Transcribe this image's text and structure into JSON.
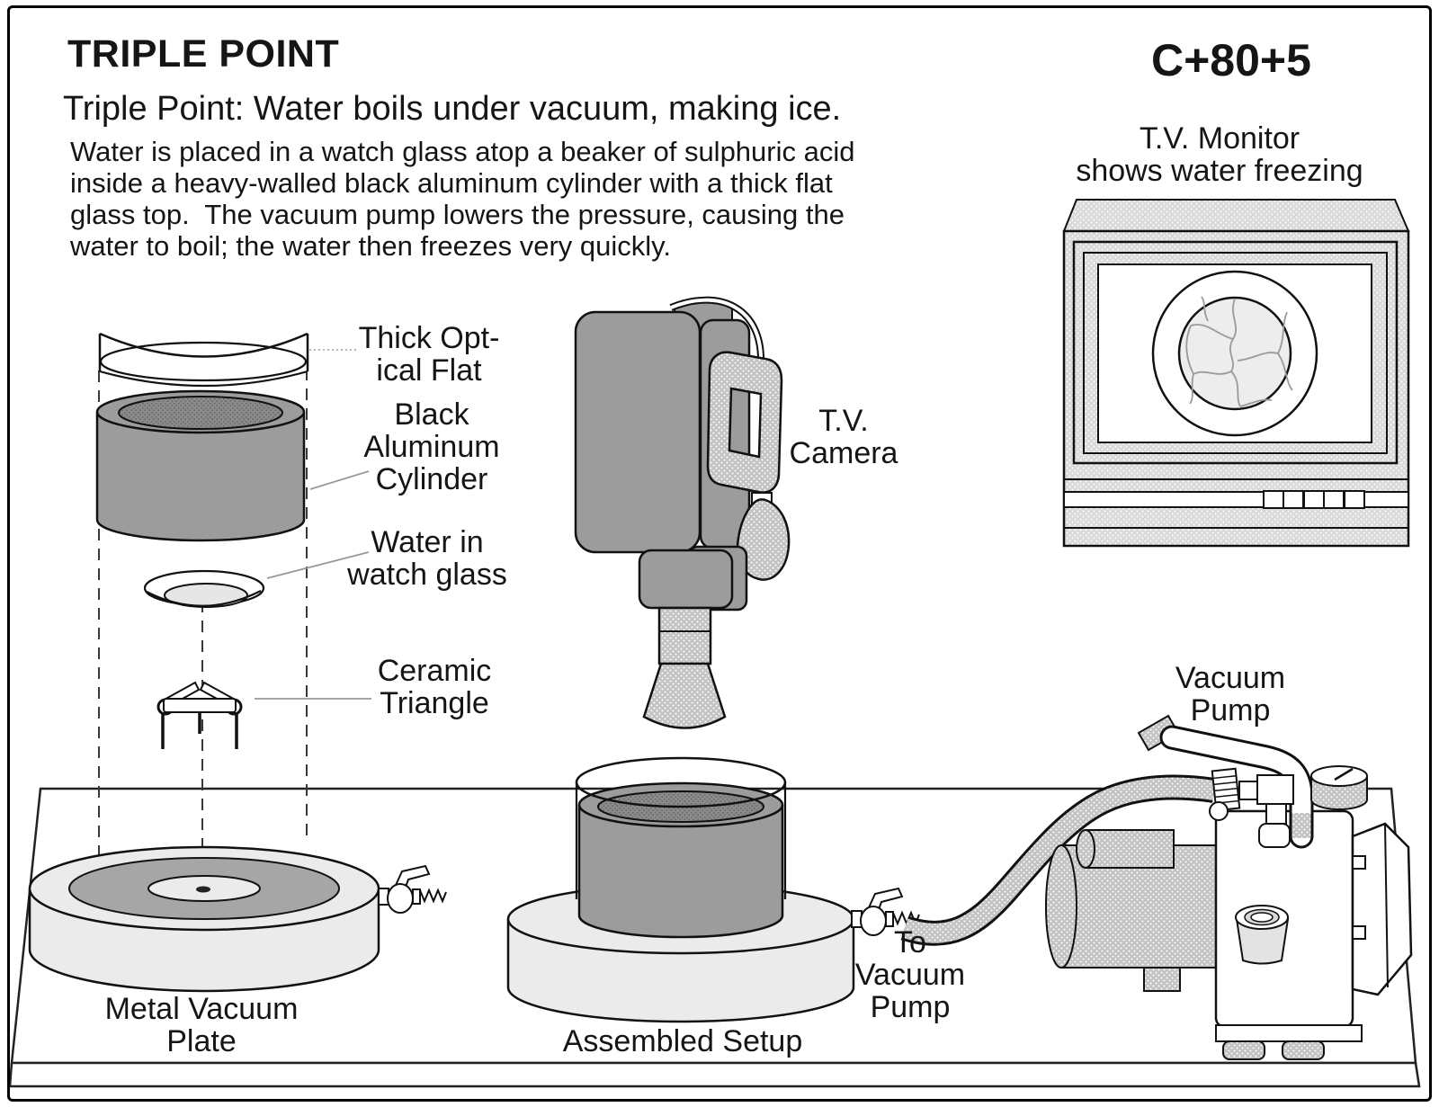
{
  "header": {
    "title": "TRIPLE POINT",
    "code": "C+80+5",
    "subtitle": "Triple Point: Water boils under vacuum, making ice.",
    "description_lines": [
      "Water is placed in a watch glass atop a beaker of sulphuric acid",
      "inside a heavy-walled black aluminum cylinder with a thick flat",
      "glass top.  The vacuum pump lowers the pressure, causing the",
      "water to boil; the water then freezes very quickly."
    ]
  },
  "labels": {
    "monitor": [
      "T.V. Monitor",
      "shows water freezing"
    ],
    "optical_flat": [
      "Thick Opt-",
      "ical Flat"
    ],
    "black_cylinder": [
      "Black",
      "Aluminum",
      "Cylinder"
    ],
    "watch_glass": [
      "Water in",
      "watch glass"
    ],
    "ceramic_triangle": [
      "Ceramic",
      "Triangle"
    ],
    "tv_camera": [
      "T.V.",
      "Camera"
    ],
    "metal_plate": [
      "Metal Vacuum",
      "Plate"
    ],
    "assembled_setup": "Assembled Setup",
    "to_vacuum_pump": [
      "To",
      "Vacuum",
      "Pump"
    ],
    "vacuum_pump": [
      "Vacuum",
      "Pump"
    ]
  },
  "colors": {
    "ink": "#111111",
    "cylinder_gray": "#9c9c9c",
    "plate_light": "#ebebeb",
    "plate_ring": "#a6a6a6",
    "water": "#e6e6e6",
    "ice": "#ededed",
    "crack": "#9a9a9a"
  }
}
